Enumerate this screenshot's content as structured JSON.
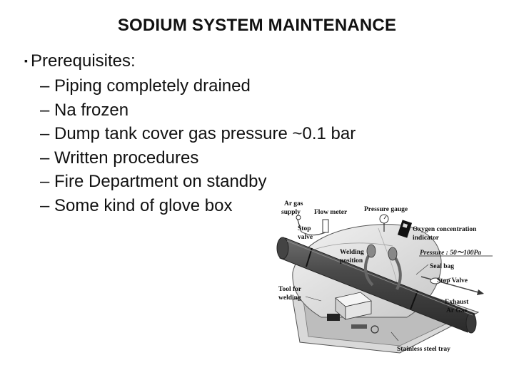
{
  "slide": {
    "title": "SODIUM SYSTEM MAINTENANCE",
    "bullet_marker": "▪",
    "sub_marker": "–",
    "heading": "Prerequisites:",
    "items": [
      "Piping completely drained",
      "Na frozen",
      "Dump tank cover gas pressure ~0.1 bar",
      "Written procedures",
      "Fire Department on standby",
      "Some kind of glove box"
    ]
  },
  "figure": {
    "labels": {
      "ar_gas_1": "Ar gas",
      "ar_gas_2": "supply",
      "flow_meter": "Flow meter",
      "pressure_gauge": "Pressure gauge",
      "stop_valve_1": "Stop",
      "stop_valve_2": "valve",
      "oxygen_1": "Oxygen concentration",
      "oxygen_2": "indicator",
      "welding_1": "Welding",
      "welding_2": "position",
      "pressure_range": "Pressure : 50～100Pa",
      "seal_bag": "Seal bag",
      "stop_valve_right": "Stop Valve",
      "tool_1": "Tool for",
      "tool_2": "welding",
      "exhaust_1": "Exhaust",
      "exhaust_2": "Ar Gas",
      "tray": "Stainless steel  tray"
    }
  }
}
